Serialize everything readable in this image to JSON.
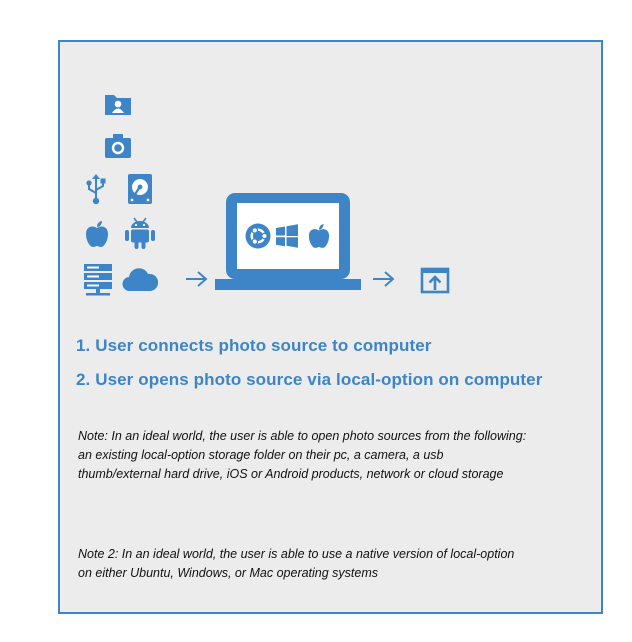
{
  "colors": {
    "accent": "#3d85c6",
    "background": "#ececec"
  },
  "sources": [
    {
      "icon": "folder-user-icon"
    },
    {
      "icon": "camera-icon"
    },
    {
      "icon": "usb-icon"
    },
    {
      "icon": "hard-drive-icon"
    },
    {
      "icon": "apple-icon"
    },
    {
      "icon": "android-icon"
    },
    {
      "icon": "server-icon"
    },
    {
      "icon": "cloud-icon"
    }
  ],
  "computer": {
    "icon": "laptop-icon",
    "os_icons": [
      "ubuntu-icon",
      "windows-icon",
      "apple-icon"
    ]
  },
  "target": {
    "icon": "open-upload-icon"
  },
  "steps": [
    "1. User connects photo source to computer",
    "2. User opens photo source via local-option on computer"
  ],
  "notes": [
    "Note: In an ideal world, the user is able to open photo sources from the following: an existing local-option storage folder on their pc, a camera, a usb thumb/external hard drive, iOS or Android products, network or cloud storage",
    "Note 2: In an ideal world, the user is able to use a native version of local-option on either Ubuntu, Windows, or Mac operating systems"
  ]
}
